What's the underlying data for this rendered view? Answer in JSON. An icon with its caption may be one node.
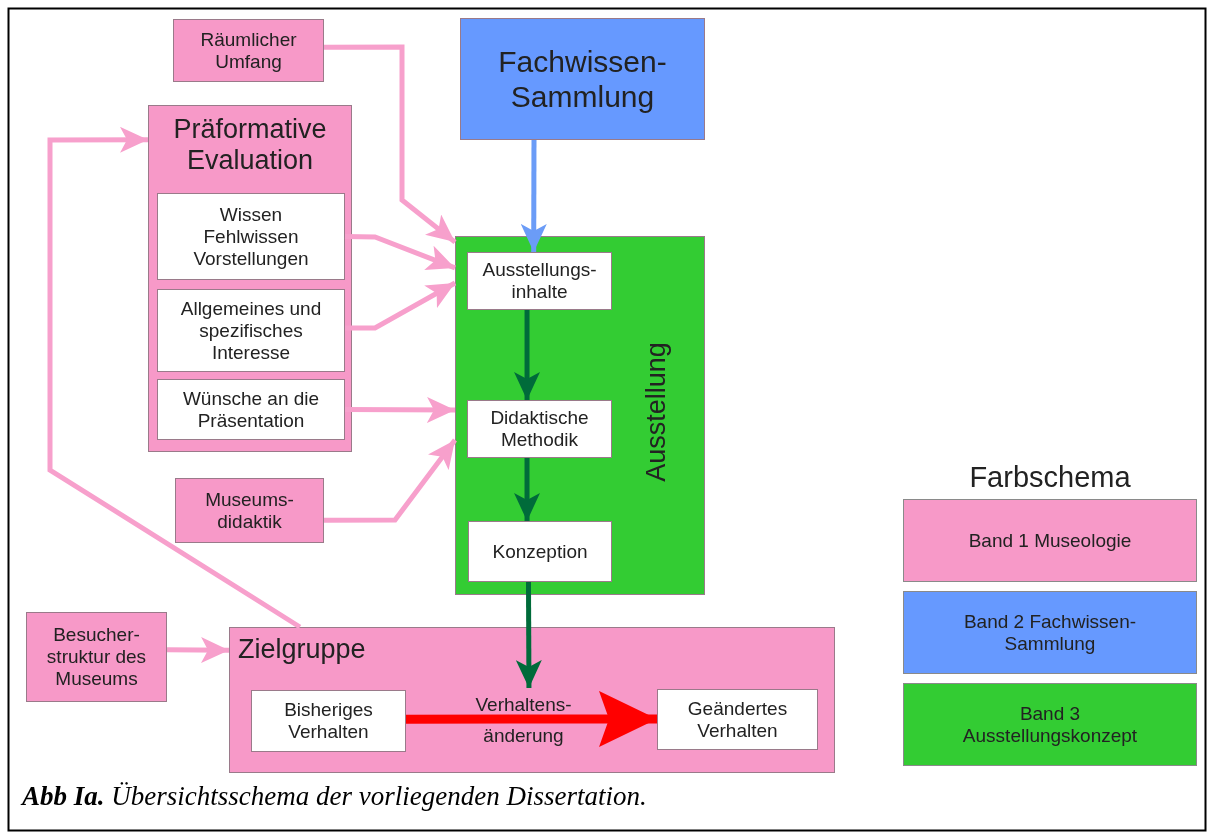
{
  "diagram": {
    "caption": "**Abb Ia.** Übersichtsschema der vorliegenden Dissertation.",
    "nodes": [
      {
        "text": [
          "Räumlicher Umfang"
        ]
      },
      {
        "text": [
          "Präformative Evaluation"
        ]
      },
      {
        "text": [
          "Wissen Fehlwissen Vorstellungen"
        ],
        "in": 1
      },
      {
        "text": [
          "Allgemeines und spezifisches Interesse"
        ],
        "in": 1
      },
      {
        "text": [
          "Wünsche an die Präsentation"
        ],
        "in": 1
      },
      {
        "text": [
          "Fachwissen-Sammlung"
        ]
      },
      {
        "text": [
          "Ausstellung"
        ]
      },
      {
        "text": [
          "Ausstellungs-inhalte"
        ],
        "in": 6
      },
      {
        "text": [
          "Didaktische Methodik"
        ],
        "in": 6
      },
      {
        "text": [
          "Konzeption"
        ],
        "in": 6
      },
      {
        "text": [
          "Museums-didaktik"
        ]
      },
      {
        "text": [
          "Besucher-struktur des Museums"
        ]
      },
      {
        "text": [
          "Zielgruppe"
        ]
      },
      {
        "text": [
          "Bisheriges Verhalten"
        ],
        "in": 12
      },
      {
        "text": [
          "Geändertes Verhalten"
        ],
        "in": 12
      }
    ],
    "edges": [
      {
        "from": 0,
        "to": 6,
        "arrow": "to"
      },
      {
        "from": 2,
        "to": 6,
        "arrow": "to"
      },
      {
        "from": 3,
        "to": 6,
        "arrow": "to"
      },
      {
        "from": 4,
        "to": 6,
        "arrow": "to"
      },
      {
        "from": 10,
        "to": 6,
        "arrow": "to"
      },
      {
        "from": 5,
        "to": 7,
        "arrow": "to",
        "color": "#6b9cf7"
      },
      {
        "from": 7,
        "to": 8,
        "arrow": "to",
        "color": "#006b3a"
      },
      {
        "from": 8,
        "to": 9,
        "arrow": "to",
        "color": "#006b3a"
      },
      {
        "from": 9,
        "to": 12,
        "arrow": "to",
        "color": "#006b3a"
      },
      {
        "from": 13,
        "to": 14,
        "arrow": "to",
        "label": "Verhaltens- änderung",
        "style": "thick",
        "color": "#ff0000"
      },
      {
        "from": 11,
        "to": 12,
        "arrow": "to"
      },
      {
        "from": 12,
        "to": 1,
        "arrow": "to"
      }
    ],
    "labels": [
      "Farbschema"
    ],
    "legend": [
      {
        "text": "Band 1 Museologie",
        "color": "#f799c8"
      },
      {
        "text": "Band 2 Fachwissen-Sammlung",
        "color": "#6699ff"
      },
      {
        "text": "Band 3 Ausstellungskonzept",
        "color": "#33cc33"
      }
    ]
  }
}
